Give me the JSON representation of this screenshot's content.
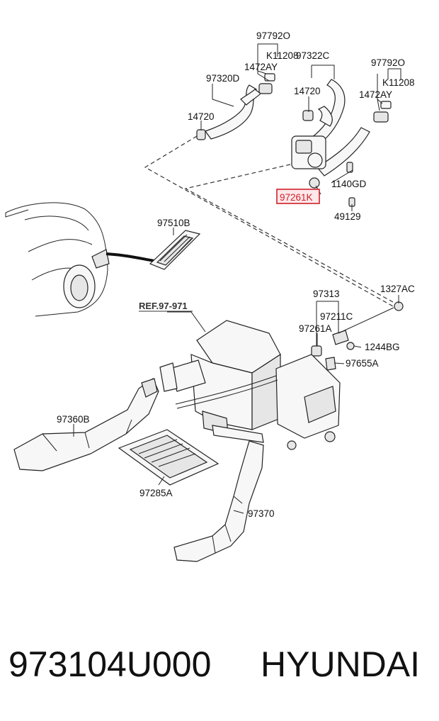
{
  "diagram": {
    "ref_label": "REF.97-971",
    "highlighted_part": "97261K",
    "labels": {
      "p97792O_a": "97792O",
      "pK11208_a": "K11208",
      "p1472AY_a": "1472AY",
      "p97320D": "97320D",
      "p14720_a": "14720",
      "p97322C": "97322C",
      "p14720_b": "14720",
      "p97792O_b": "97792O",
      "pK11208_b": "K11208",
      "p1472AY_b": "1472AY",
      "p1140GD": "1140GD",
      "p97261K": "97261K",
      "p49129": "49129",
      "p97510B": "97510B",
      "p1327AC": "1327AC",
      "p97313": "97313",
      "p97211C": "97211C",
      "p97261A": "97261A",
      "p1244BG": "1244BG",
      "p97655A": "97655A",
      "p97360B": "97360B",
      "p97285A": "97285A",
      "p97370": "97370"
    },
    "highlight_color": "#d0202a"
  },
  "caption": {
    "part_number": "973104U000",
    "brand": "HYUNDAI"
  }
}
